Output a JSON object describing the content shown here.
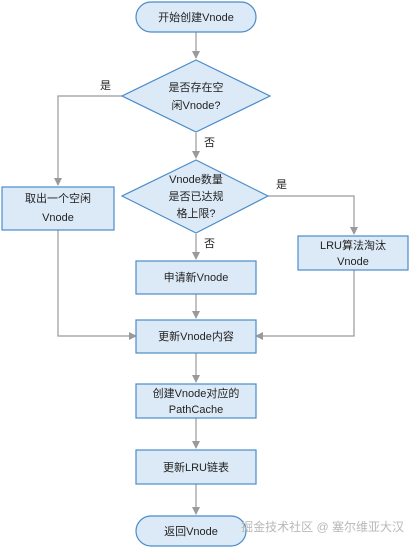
{
  "flowchart": {
    "nodes": {
      "start": "开始创建Vnode",
      "decision_free": [
        "是否存在空",
        "闲Vnode?"
      ],
      "decision_limit": [
        "Vnode数量",
        "是否已达规",
        "格上限?"
      ],
      "take_free": [
        "取出一个空闲",
        "Vnode"
      ],
      "lru_evict": [
        "LRU算法淘汰",
        "Vnode"
      ],
      "alloc": "申请新Vnode",
      "update_content": "更新Vnode内容",
      "create_pathcache": [
        "创建Vnode对应的",
        "PathCache"
      ],
      "update_lru": "更新LRU链表",
      "end": "返回Vnode"
    },
    "edge_labels": {
      "free_yes": "是",
      "free_no": "否",
      "limit_yes": "是",
      "limit_no": "否"
    }
  },
  "watermark": "掘金技术社区 @ 塞尔维亚大汉",
  "colors": {
    "fill": "#dceaf7",
    "stroke": "#4a8cc9",
    "arrow": "#9a9a9a"
  }
}
